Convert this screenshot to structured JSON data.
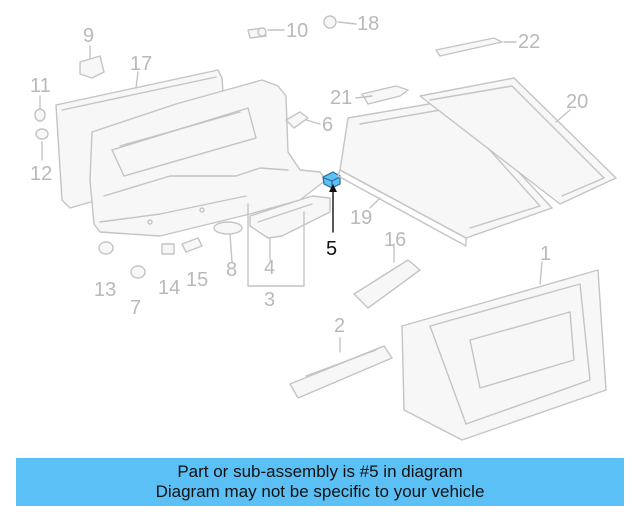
{
  "diagram": {
    "highlight_part": "5",
    "colors": {
      "line": "#c4c4c4",
      "fill": "#f7f7f7",
      "highlight": "#5bc0f5",
      "label": "#b9b9b9",
      "highlight_label": "#111111",
      "banner": "#5bc0f5"
    },
    "callouts": {
      "p1": "1",
      "p2": "2",
      "p3": "3",
      "p4": "4",
      "p5": "5",
      "p6": "6",
      "p7": "7",
      "p8": "8",
      "p9": "9",
      "p10": "10",
      "p11": "11",
      "p12": "12",
      "p13": "13",
      "p14": "14",
      "p15": "15",
      "p16": "16",
      "p17": "17",
      "p18": "18",
      "p19": "19",
      "p20": "20",
      "p21": "21",
      "p22": "22"
    }
  },
  "banner": {
    "line1": "Part or sub-assembly is #5 in diagram",
    "line2": "Diagram may not be specific to your vehicle"
  }
}
